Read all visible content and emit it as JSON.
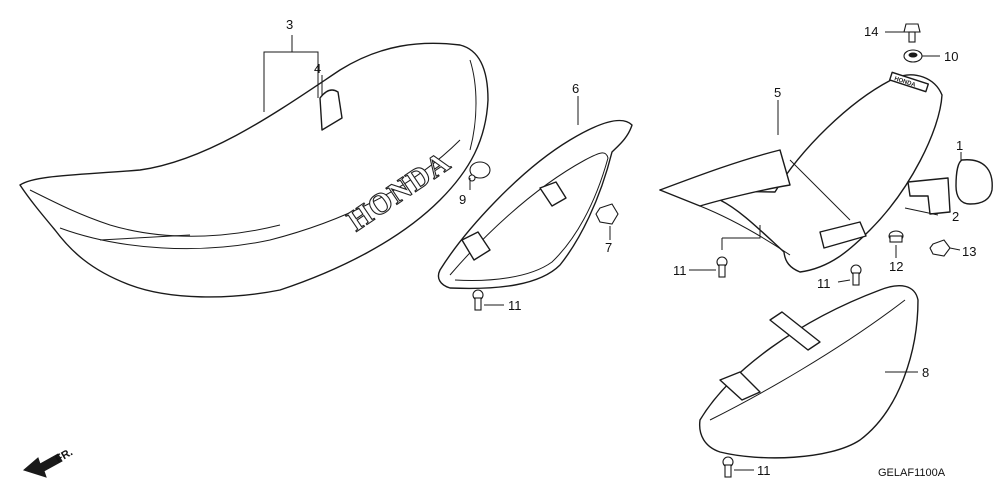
{
  "diagram": {
    "callouts": [
      {
        "id": "1",
        "label": "1"
      },
      {
        "id": "2",
        "label": "2"
      },
      {
        "id": "3",
        "label": "3"
      },
      {
        "id": "4",
        "label": "4"
      },
      {
        "id": "5",
        "label": "5"
      },
      {
        "id": "6",
        "label": "6"
      },
      {
        "id": "7",
        "label": "7"
      },
      {
        "id": "8",
        "label": "8"
      },
      {
        "id": "9",
        "label": "9"
      },
      {
        "id": "10",
        "label": "10"
      },
      {
        "id": "11",
        "label": "11"
      },
      {
        "id": "12",
        "label": "12"
      },
      {
        "id": "13",
        "label": "13"
      },
      {
        "id": "14",
        "label": "14"
      }
    ],
    "seat_brand": "HONDA",
    "fender_brand": "HONDA",
    "front_indicator": "FR.",
    "diagram_code": "GELAF1100A"
  }
}
